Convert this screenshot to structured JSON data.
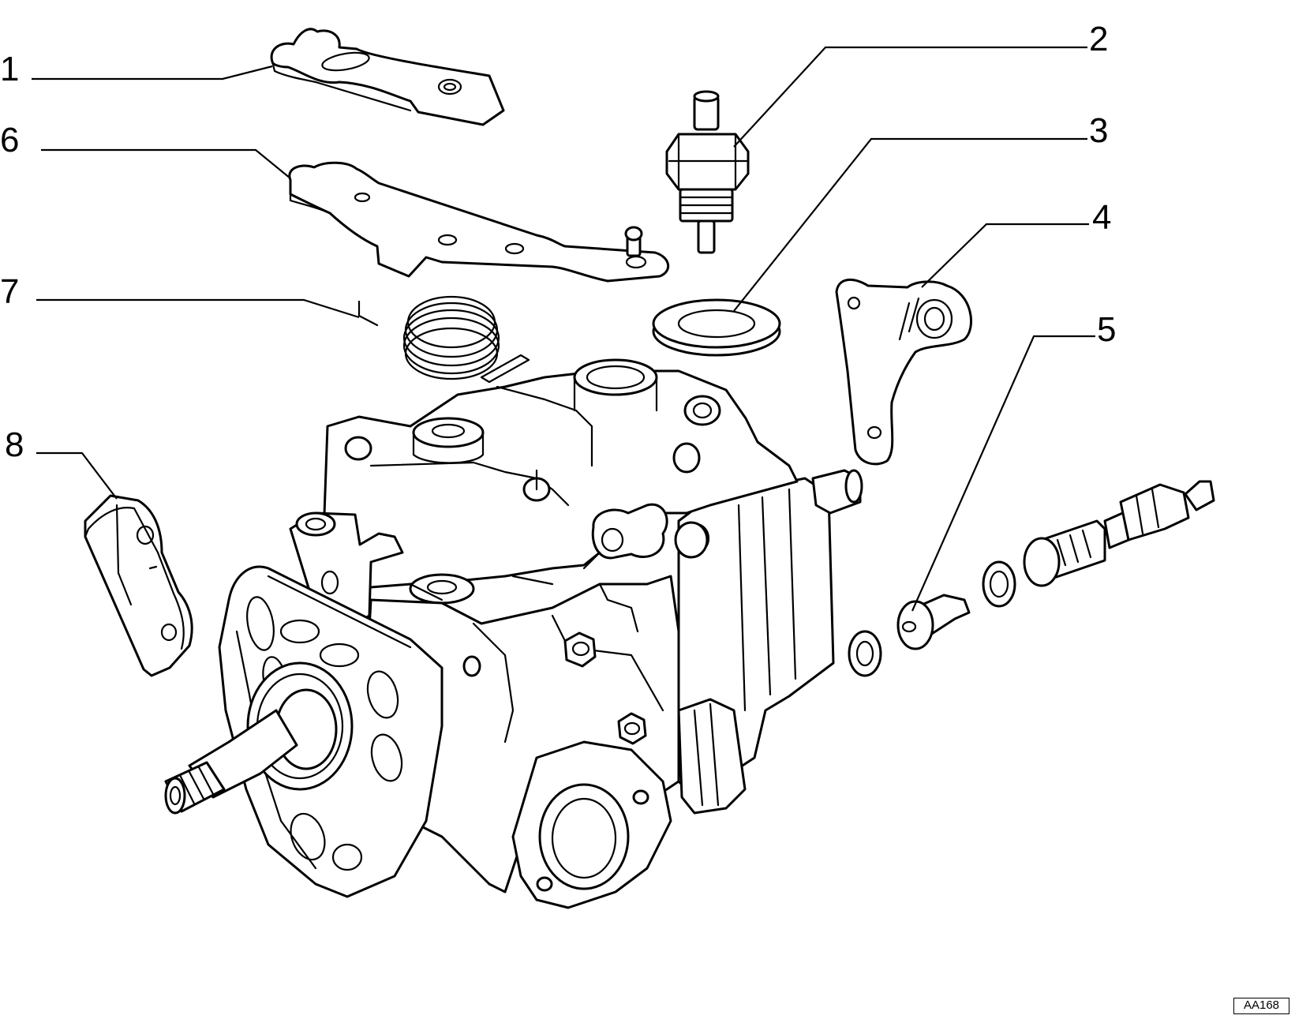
{
  "callouts": [
    "1",
    "2",
    "3",
    "4",
    "5",
    "6",
    "7",
    "8"
  ],
  "reference_code": "AA168"
}
